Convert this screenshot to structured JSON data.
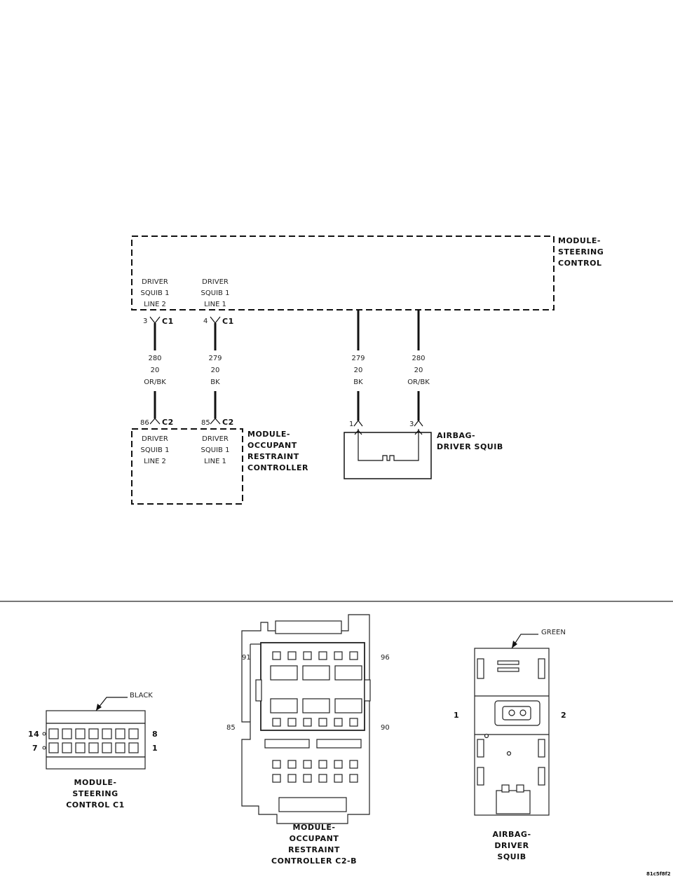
{
  "modules": {
    "steering_control": {
      "name_lines": [
        "MODULE-",
        "STEERING",
        "CONTROL"
      ]
    },
    "orc": {
      "name_lines": [
        "MODULE-",
        "OCCUPANT",
        "RESTRAINT",
        "CONTROLLER"
      ]
    },
    "squib": {
      "name_lines": [
        "AIRBAG-",
        "DRIVER SQUIB"
      ]
    }
  },
  "circuits": {
    "left": {
      "top_label": [
        "DRIVER",
        "SQUIB 1",
        "LINE 2"
      ],
      "top_pin": "3",
      "top_connector": "C1",
      "wire": [
        "280",
        "20",
        "OR/BK"
      ],
      "bottom_pin": "86",
      "bottom_connector": "C2",
      "bottom_label": [
        "DRIVER",
        "SQUIB 1",
        "LINE 2"
      ]
    },
    "right": {
      "top_label": [
        "DRIVER",
        "SQUIB 1",
        "LINE 1"
      ],
      "top_pin": "4",
      "top_connector": "C1",
      "wire": [
        "279",
        "20",
        "BK"
      ],
      "bottom_pin": "85",
      "bottom_connector": "C2",
      "bottom_label": [
        "DRIVER",
        "SQUIB 1",
        "LINE 1"
      ]
    },
    "squib_a": {
      "wire": [
        "279",
        "20",
        "BK"
      ],
      "pin": "1"
    },
    "squib_b": {
      "wire": [
        "280",
        "20",
        "OR/BK"
      ],
      "pin": "3"
    }
  },
  "connectors": {
    "c1": {
      "color": "BLACK",
      "pins": {
        "top_left": "14",
        "bottom_left": "7",
        "top_right": "8",
        "bottom_right": "1"
      },
      "caption": [
        "MODULE-",
        "STEERING",
        "CONTROL C1"
      ]
    },
    "c2b": {
      "pins": {
        "top_left": "91",
        "top_right": "96",
        "bottom_left": "85",
        "bottom_right": "90"
      },
      "caption": [
        "MODULE-",
        "OCCUPANT",
        "RESTRAINT",
        "CONTROLLER C2-B"
      ]
    },
    "squib": {
      "color": "GREEN",
      "pins": {
        "left": "1",
        "right": "2"
      },
      "caption": [
        "AIRBAG-",
        "DRIVER",
        "SQUIB"
      ]
    }
  },
  "figure_id": "81c5f8f2"
}
